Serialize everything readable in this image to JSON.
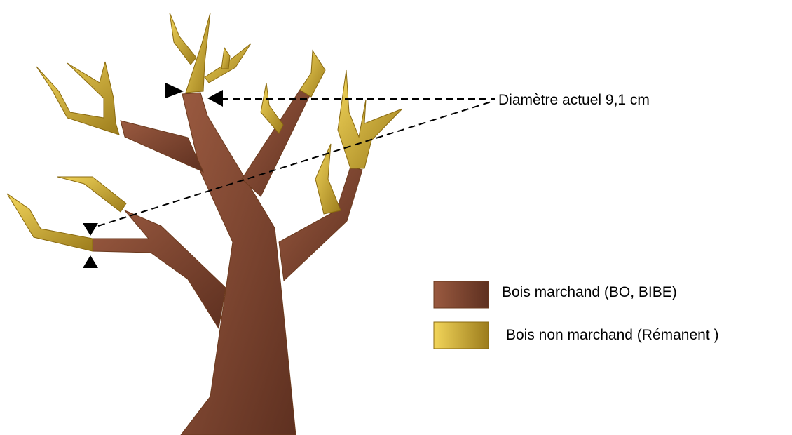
{
  "annotation": {
    "text": "Diamètre actuel 9,1 cm"
  },
  "legend": [
    {
      "label": "Bois marchand (BO, BIBE)",
      "color_light": "#9a5a40",
      "color_dark": "#5e3020"
    },
    {
      "label": "Bois non marchand (Rémanent )",
      "color_light": "#f2d55a",
      "color_dark": "#9c7c1c"
    }
  ],
  "colors": {
    "wood_light": "#9a5a40",
    "wood_dark": "#5e3020",
    "twig_light": "#f2d55a",
    "twig_dark": "#9c7c1c",
    "outline_wood": "#6b3a1e",
    "outline_twig": "#8a6a10"
  }
}
